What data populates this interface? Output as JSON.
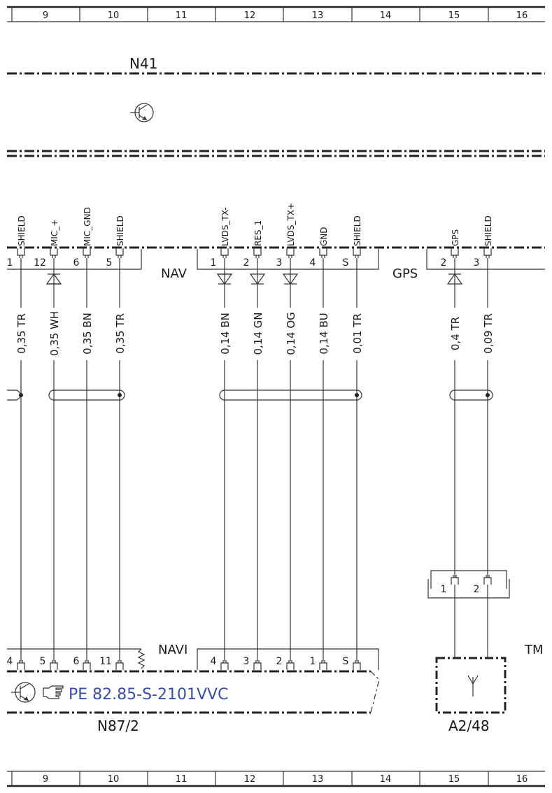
{
  "grid": [
    "9",
    "10",
    "11",
    "12",
    "13",
    "14",
    "15",
    "16"
  ],
  "devices": {
    "n41": "N41",
    "n87": "N87/2",
    "a248": "A2/48",
    "tm": "TM"
  },
  "connectors": {
    "nav": "NAV",
    "gps": "GPS",
    "navi": "NAVI"
  },
  "reference": "PE 82.85-S-2101VVC",
  "upper_pins": {
    "left": [
      {
        "num": "1",
        "sig": "SHIELD"
      },
      {
        "num": "12",
        "sig": "MIC_+"
      },
      {
        "num": "6",
        "sig": "MIC_GND"
      },
      {
        "num": "5",
        "sig": "SHIELD"
      }
    ],
    "nav": [
      {
        "num": "1",
        "sig": "LVDS_TX-"
      },
      {
        "num": "2",
        "sig": "RES_1"
      },
      {
        "num": "3",
        "sig": "LVDS_TX+"
      },
      {
        "num": "4",
        "sig": "GND"
      },
      {
        "num": "S",
        "sig": "SHIELD"
      }
    ],
    "gps": [
      {
        "num": "2",
        "sig": "GPS"
      },
      {
        "num": "3",
        "sig": "SHIELD"
      }
    ]
  },
  "wires": {
    "left": [
      "0,35 TR",
      "0,35 WH",
      "0,35 BN",
      "0,35 TR"
    ],
    "nav": [
      "0,14 BN",
      "0,14 GN",
      "0,14 OG",
      "0,14 BU",
      "0,01 TR"
    ],
    "gps": [
      "0,4 TR",
      "0,09 TR"
    ]
  },
  "lower_pins": {
    "left": [
      "4",
      "5",
      "6",
      "11"
    ],
    "navi": [
      "4",
      "3",
      "2",
      "1",
      "S"
    ],
    "mid": [
      "1",
      "2"
    ]
  }
}
